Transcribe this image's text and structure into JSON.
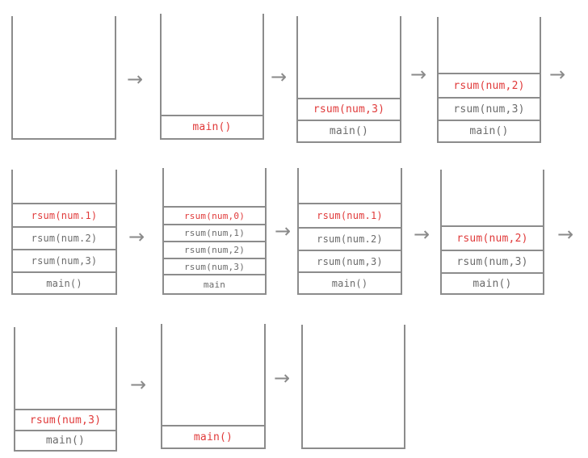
{
  "colors": {
    "border": "#8c8c8c",
    "text": "#6b6b6b",
    "active": "#e03a3a"
  },
  "arrow_glyph": "→",
  "stacks": [
    {
      "frames": []
    },
    {
      "frames": [
        {
          "label": "main()",
          "active": true
        }
      ]
    },
    {
      "frames": [
        {
          "label": "rsum(num,3)",
          "active": true
        },
        {
          "label": "main()",
          "active": false
        }
      ]
    },
    {
      "frames": [
        {
          "label": "rsum(num,2)",
          "active": true
        },
        {
          "label": "rsum(num,3)",
          "active": false
        },
        {
          "label": "main()",
          "active": false
        }
      ]
    },
    {
      "frames": [
        {
          "label": "rsum(num.1)",
          "active": true
        },
        {
          "label": "rsum(num.2)",
          "active": false
        },
        {
          "label": "rsum(num,3)",
          "active": false
        },
        {
          "label": "main()",
          "active": false
        }
      ]
    },
    {
      "frames": [
        {
          "label": "rsum(num,0)",
          "active": true
        },
        {
          "label": "rsum(num,1)",
          "active": false
        },
        {
          "label": "rsum(num,2)",
          "active": false
        },
        {
          "label": "rsum(num,3)",
          "active": false
        },
        {
          "label": "main",
          "active": false
        }
      ]
    },
    {
      "frames": [
        {
          "label": "rsum(num.1)",
          "active": true
        },
        {
          "label": "rsum(num.2)",
          "active": false
        },
        {
          "label": "rsum(num,3)",
          "active": false
        },
        {
          "label": "main()",
          "active": false
        }
      ]
    },
    {
      "frames": [
        {
          "label": "rsum(num,2)",
          "active": true
        },
        {
          "label": "rsum(num,3)",
          "active": false
        },
        {
          "label": "main()",
          "active": false
        }
      ]
    },
    {
      "frames": [
        {
          "label": "rsum(num,3)",
          "active": true
        },
        {
          "label": "main()",
          "active": false
        }
      ]
    },
    {
      "frames": [
        {
          "label": "main()",
          "active": true
        }
      ]
    },
    {
      "frames": []
    }
  ]
}
